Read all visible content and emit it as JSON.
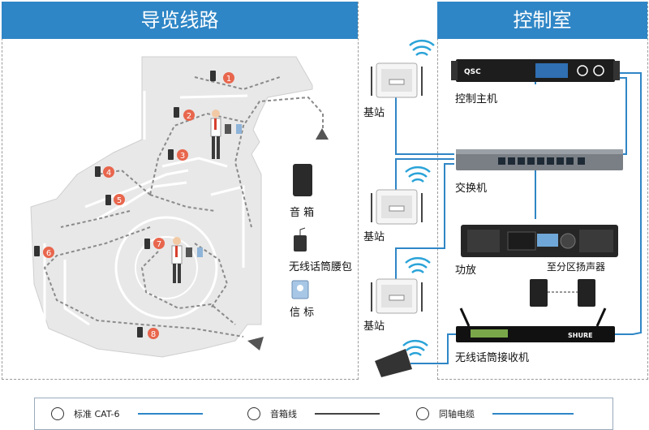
{
  "left_panel": {
    "title": "导览线路"
  },
  "right_panel": {
    "title": "控制室"
  },
  "tour": {
    "stops": [
      "1",
      "2",
      "3",
      "4",
      "5",
      "6",
      "7",
      "8"
    ]
  },
  "floor_legend": {
    "speaker": "音 箱",
    "mic_pack": "无线话筒腰包",
    "beacon": "信 标"
  },
  "stations": {
    "label": "基站"
  },
  "devices": {
    "host": "控制主机",
    "switch": "交换机",
    "amp": "功放",
    "zone_speakers": "至分区扬声器",
    "receiver": "无线话筒接收机"
  },
  "brands": {
    "qsc": "QSC",
    "shure": "SHURE"
  },
  "legend": {
    "cat6": "标准 CAT-6",
    "speaker_cable": "音箱线",
    "coax": "同轴电缆"
  },
  "colors": {
    "accent": "#2f86c6",
    "stop": "#e8664d",
    "panel_border": "#9a9a9a"
  }
}
